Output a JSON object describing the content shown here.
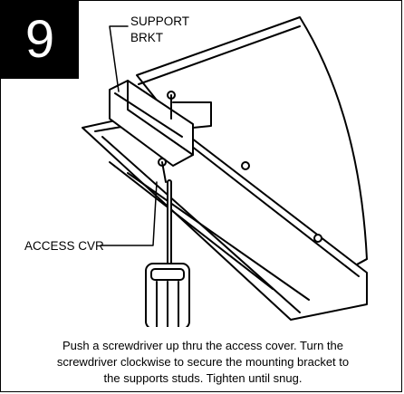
{
  "step_number": "9",
  "callouts": {
    "support_bracket_line1": "SUPPORT",
    "support_bracket_line2": "BRKT",
    "access_cover": "ACCESS CVR"
  },
  "caption": {
    "line1": "Push a screwdriver up thru the access cover. Turn the",
    "line2": "screwdriver clockwise to secure the mounting bracket to",
    "line3": "the supports studs. Tighten until snug."
  }
}
